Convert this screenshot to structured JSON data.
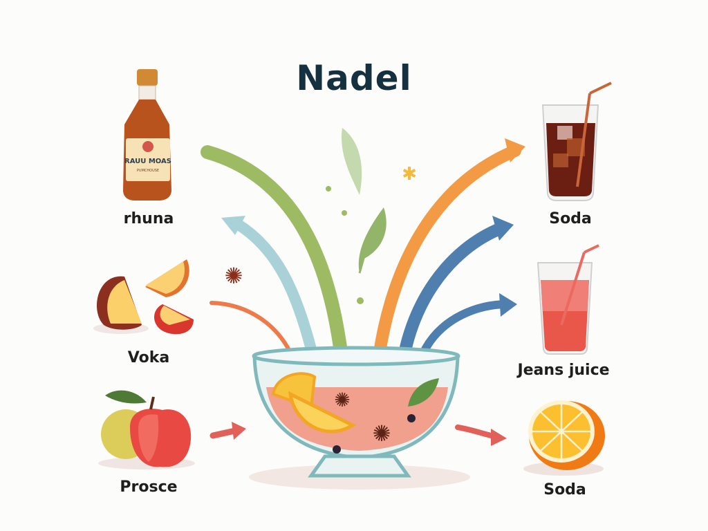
{
  "title": "Nadel",
  "bottle_label": {
    "name": "RAUU MOAS",
    "subtitle": "PUMCHOUSE"
  },
  "ingredients": [
    {
      "label": "rhuna",
      "icon": "liquor-bottle"
    },
    {
      "label": "Voka",
      "icon": "citrus-wedges"
    },
    {
      "label": "Prosce",
      "icon": "apples"
    }
  ],
  "outputs": [
    {
      "label": "Soda",
      "icon": "cola-glass"
    },
    {
      "label": "Jeans juice",
      "icon": "red-juice-glass"
    },
    {
      "label": "Soda",
      "icon": "orange-half"
    }
  ],
  "center": {
    "icon": "punch-bowl"
  },
  "colors": {
    "title": "#15303f",
    "arrow_green": "#9dbb63",
    "arrow_lightblue": "#a8d2d8",
    "arrow_orange": "#f39a45",
    "arrow_blue": "#4f7fae",
    "arrow_red": "#e2605a",
    "bowl_glass": "#7fb9bb",
    "punch": "#f1907a"
  }
}
